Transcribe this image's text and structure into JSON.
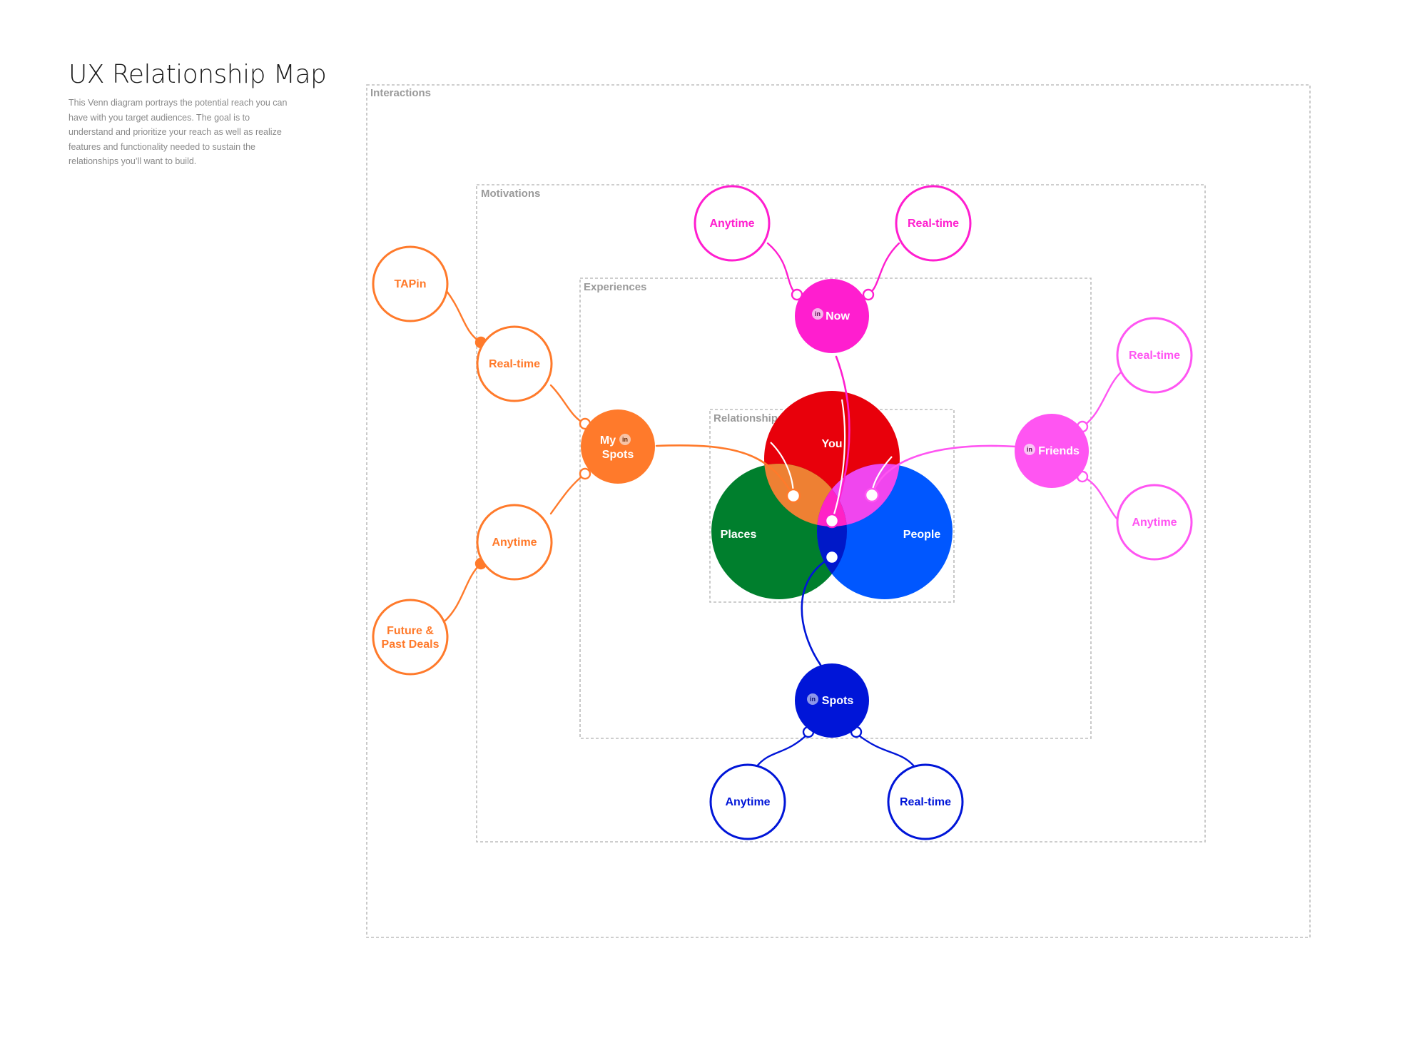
{
  "header": {
    "title": "UX Relationship Map",
    "description": "This Venn diagram portrays the potential reach you can have with you target audiences. The goal is to understand and prioritize your reach as well as realize features and functionality needed to sustain the relationships you’ll want to build."
  },
  "zones": {
    "interactions": "Interactions",
    "motivations": "Motivations",
    "experiences": "Experiences",
    "relationships": "Relationships"
  },
  "venn": {
    "you": "You",
    "places": "Places",
    "people": "People",
    "colors": {
      "you": "#e8000b",
      "places": "#007f2d",
      "people": "#0057ff"
    }
  },
  "hubs": {
    "now": {
      "label": "Now",
      "badge": "in",
      "color": "#ff1ecf"
    },
    "my_spots": {
      "label_line1": "My",
      "label_line2": "Spots",
      "badge": "in",
      "color": "#ff7a2b"
    },
    "friends": {
      "label": "Friends",
      "badge": "in",
      "color": "#ff55f2"
    },
    "spots": {
      "label": "Spots",
      "badge": "in",
      "color": "#0015d8"
    }
  },
  "leaves": {
    "now_anytime": "Anytime",
    "now_realtime": "Real-time",
    "myspots_realtime": "Real-time",
    "myspots_anytime": "Anytime",
    "tapin": "TAPin",
    "future_past_line1": "Future &",
    "future_past_line2": "Past Deals",
    "friends_realtime": "Real-time",
    "friends_anytime": "Anytime",
    "spots_anytime": "Anytime",
    "spots_realtime": "Real-time"
  }
}
